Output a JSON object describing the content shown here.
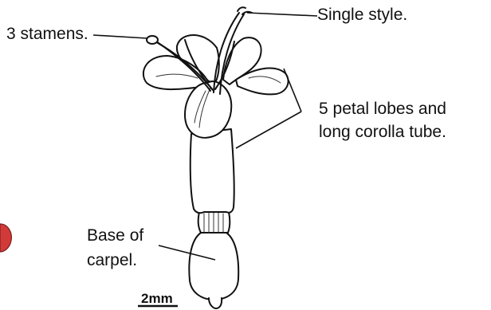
{
  "labels": {
    "stamens": "3 stamens.",
    "style": "Single style.",
    "petals_line1": "5 petal lobes and",
    "petals_line2": "long corolla tube.",
    "base_line1": "Base of",
    "base_line2": "carpel.",
    "scale": "2mm"
  },
  "colors": {
    "ink": "#111111",
    "paper": "#ffffff",
    "edge_mark": "#d23a3a"
  }
}
